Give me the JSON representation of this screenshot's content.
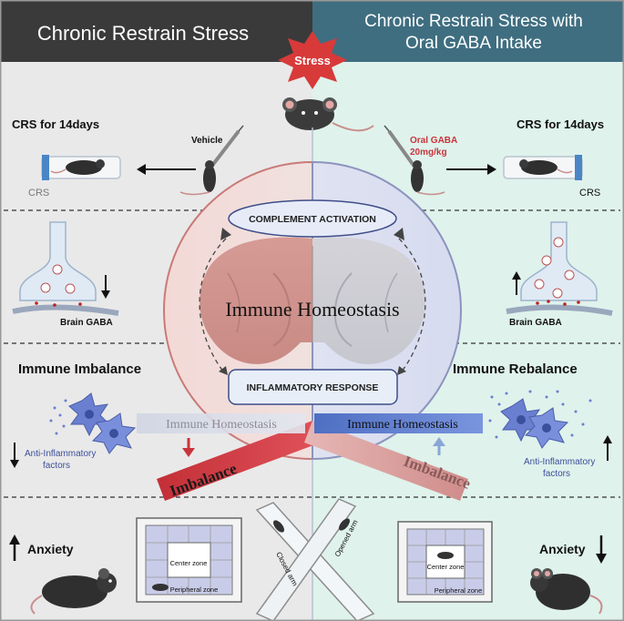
{
  "header": {
    "left_title": "Chronic Restrain Stress",
    "right_title_line1": "Chronic Restrain Stress with",
    "right_title_line2": "Oral GABA Intake",
    "stress_label": "Stress"
  },
  "left": {
    "crs_title": "CRS for 14days",
    "vehicle_label": "Vehicle",
    "crs_tube_label": "CRS",
    "brain_gaba_label": "Brain GABA",
    "immune_title": "Immune  Imbalance",
    "factors_line1": "Anti-Inflammatory",
    "factors_line2": "factors",
    "anxiety_label": "Anxiety"
  },
  "right": {
    "crs_title": "CRS for 14days",
    "gaba_label_line1": "Oral GABA",
    "gaba_label_line2": "20mg/kg",
    "crs_tube_label": "CRS",
    "brain_gaba_label": "Brain GABA",
    "immune_title": "Immune  Rebalance",
    "factors_line1": "Anti-Inflammatory",
    "factors_line2": "factors",
    "anxiety_label": "Anxiety"
  },
  "center": {
    "complement_label": "COMPLEMENT ACTIVATION",
    "homeostasis_label": "Immune  Homeostasis",
    "inflammatory_label": "INFLAMMATORY RESPONSE",
    "left_balance_label": "Immune  Homeostasis",
    "right_balance_label": "Immune  Homeostasis",
    "left_imbalance_label": "Imbalance",
    "right_imbalance_label": "Imbalance"
  },
  "tests": {
    "center_zone_label": "Center zone",
    "peripheral_zone_label": "Peripheral zone",
    "closed_arm_label": "Closed arm",
    "opened_arm_label": "Opened arm"
  },
  "colors": {
    "left_header": "#3a3a3a",
    "right_header": "#3f6e80",
    "left_bg": "#e8e8e8",
    "right_bg": "#dff3ee",
    "stress_star": "#d83a3a",
    "imbalance_red": "#c9343b",
    "imbalance_pink": "#e2aaa8",
    "rebalance_blue": "#5a72c0",
    "neuron_blue": "#6a7fd0"
  }
}
